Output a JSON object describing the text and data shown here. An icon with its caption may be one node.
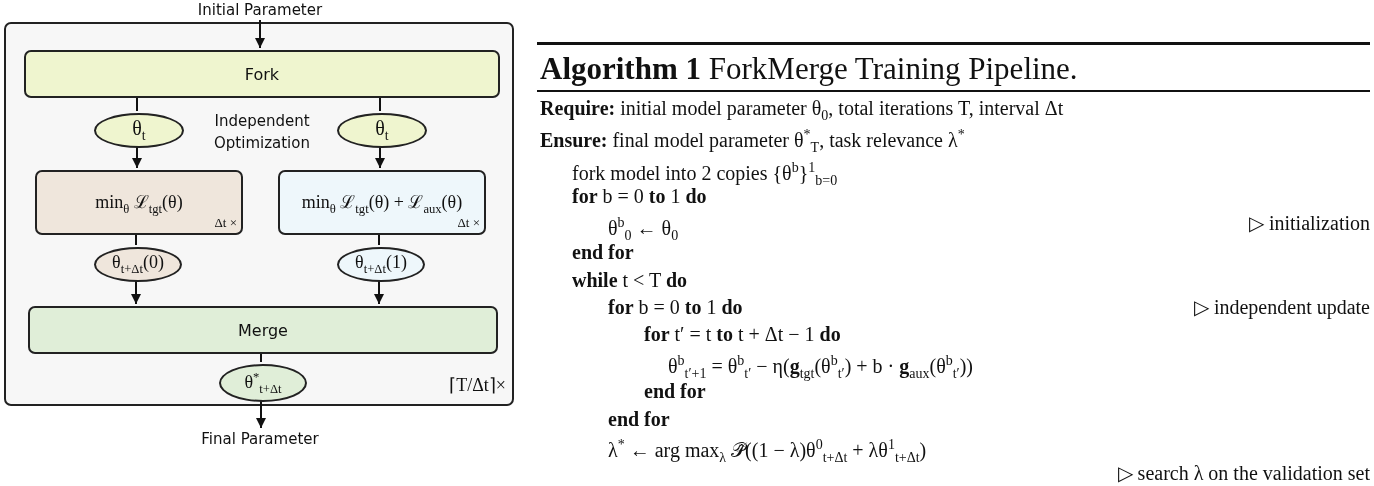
{
  "diagram": {
    "nodes": [
      {
        "text": [
          "Initial Parameter"
        ]
      },
      {
        "text": [
          "Independent Optimization",
          "⌈T/Δt⌉×"
        ]
      },
      {
        "text": [
          "Fork"
        ],
        "in": 1
      },
      {
        "text": [
          "θ$_{t}$"
        ],
        "in": 1
      },
      {
        "text": [
          "θ$_{t}$"
        ],
        "in": 1
      },
      {
        "text": [
          "min$_{θ}$ ℒ$_{tgt}$(θ)",
          "Δt ×"
        ],
        "in": 1
      },
      {
        "text": [
          "min$_{θ}$ ℒ$_{tgt}$(θ) + ℒ$_{aux}$(θ)",
          "Δt ×"
        ],
        "in": 1
      },
      {
        "text": [
          "θ$_{t+Δt}$(0)"
        ],
        "in": 1
      },
      {
        "text": [
          "θ$_{t+Δt}$(1)"
        ],
        "in": 1
      },
      {
        "text": [
          "Merge"
        ],
        "in": 1
      },
      {
        "text": [
          "θ$^{*}$$_{t+Δt}$"
        ],
        "in": 1
      },
      {
        "text": [
          "Final Parameter"
        ]
      }
    ],
    "edges": [
      {
        "from": 0,
        "to": 2,
        "arrow": "to"
      },
      {
        "from": 2,
        "to": 3,
        "arrow": "none"
      },
      {
        "from": 2,
        "to": 4,
        "arrow": "none"
      },
      {
        "from": 3,
        "to": 5,
        "arrow": "to"
      },
      {
        "from": 4,
        "to": 6,
        "arrow": "to"
      },
      {
        "from": 5,
        "to": 7,
        "arrow": "none"
      },
      {
        "from": 6,
        "to": 8,
        "arrow": "none"
      },
      {
        "from": 7,
        "to": 9,
        "arrow": "to"
      },
      {
        "from": 8,
        "to": 9,
        "arrow": "to"
      },
      {
        "from": 9,
        "to": 10,
        "arrow": "none"
      },
      {
        "from": 10,
        "to": 11,
        "arrow": "to"
      }
    ],
    "labels": [
      "**Algorithm 1** ForkMerge Training Pipeline.",
      "**Require:** initial model parameter θ$_{0}$, total iterations T, interval Δt",
      "**Ensure:** final model parameter θ$^{*}$$_{T}$, task relevance λ$^{*}$",
      "fork model into 2 copies {θ$^{b}$}$^{1}$$_{b=0}$",
      "**for** b = 0 **to** 1 **do**",
      "θ$^{b}$$_{0}$ ← θ$_{0}$",
      "▷ initialization",
      "end for",
      "**while** t < T **do**",
      "**for** b = 0 **to** 1 **do**",
      "▷ independent update",
      "**for** t′ = t **to** t + Δt − 1 **do**",
      "θ$^{b}$$_{t′+1}$ = θ$^{b}$$_{t′}$ − η(**g**$_{tgt}$(θ$^{b}$$_{t′}$) + b · **g**$_{aux}$(θ$^{b}$$_{t′}$))",
      "end for",
      "end for",
      "λ$^{*}$ ← arg max$_{λ}$ 𝒫̂((1 − λ)θ$^{0}$$_{t+Δt}$ + λθ$^{1}$$_{t+Δt}$)",
      "▷ search λ on the validation set"
    ]
  }
}
